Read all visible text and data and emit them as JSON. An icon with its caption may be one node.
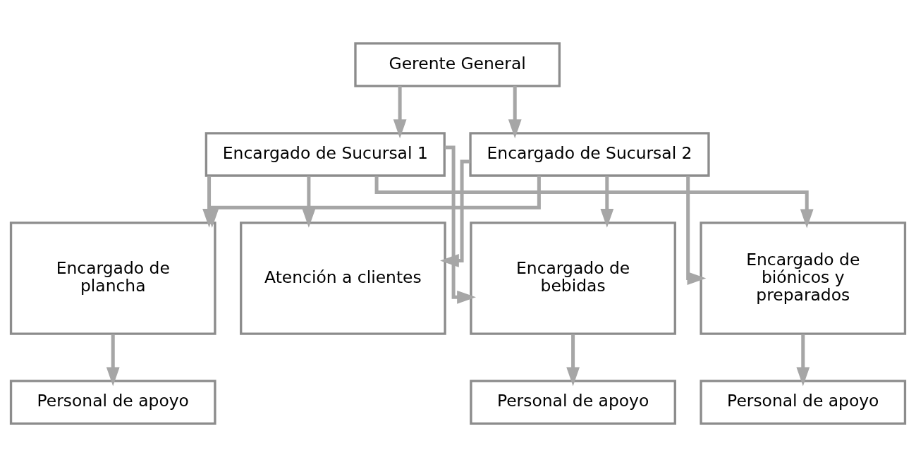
{
  "diagram": {
    "nodes": [
      {
        "text": [
          "Gerente General"
        ]
      },
      {
        "text": [
          "Encargado de Sucursal 1"
        ]
      },
      {
        "text": [
          "Encargado de Sucursal 2"
        ]
      },
      {
        "text": [
          "Encargado de plancha"
        ]
      },
      {
        "text": [
          "Encargado de bebidas"
        ]
      },
      {
        "text": [
          "Encargado de biónicos y preparados"
        ]
      },
      {
        "text": [
          "Atención a clientes"
        ]
      },
      {
        "text": [
          "Personal de apoyo"
        ]
      },
      {
        "text": [
          "Personal de apoyo"
        ]
      },
      {
        "text": [
          "Personal de apoyo"
        ]
      }
    ],
    "edges": [
      {
        "from": 0,
        "to": 1,
        "arrow": "to"
      },
      {
        "from": 0,
        "to": 2,
        "arrow": "to"
      },
      {
        "from": 1,
        "to": 3,
        "arrow": "to"
      },
      {
        "from": 1,
        "to": 4,
        "arrow": "to"
      },
      {
        "from": 1,
        "to": 5,
        "arrow": "to"
      },
      {
        "from": 1,
        "to": 6,
        "arrow": "to"
      },
      {
        "from": 2,
        "to": 3,
        "arrow": "to"
      },
      {
        "from": 2,
        "to": 4,
        "arrow": "to"
      },
      {
        "from": 2,
        "to": 5,
        "arrow": "to"
      },
      {
        "from": 2,
        "to": 6,
        "arrow": "to"
      },
      {
        "from": 3,
        "to": 7,
        "arrow": "to"
      },
      {
        "from": 4,
        "to": 8,
        "arrow": "to"
      },
      {
        "from": 5,
        "to": 9,
        "arrow": "to"
      }
    ]
  }
}
